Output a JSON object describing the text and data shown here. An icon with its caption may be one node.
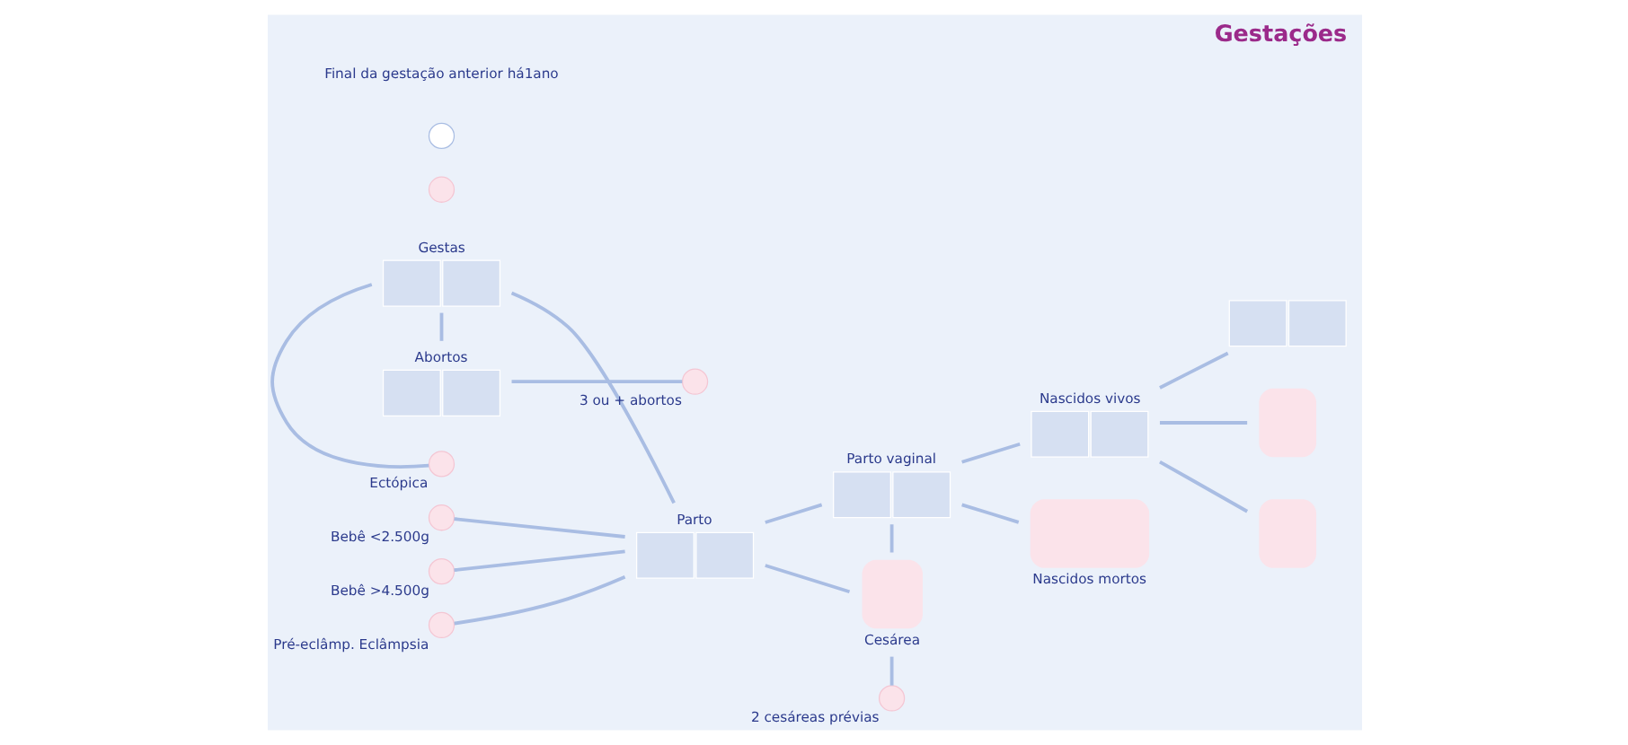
{
  "diagram": {
    "title": "Gestações",
    "nodes": [
      {
        "text": [
          "Gestas"
        ]
      },
      {
        "text": [
          "Abortos"
        ]
      },
      {
        "text": [
          "3 ou + abortos"
        ]
      },
      {
        "text": [
          "Parto vaginal"
        ]
      },
      {
        "text": [
          "Nascidos vivos"
        ]
      },
      {
        "text": [],
        "shape": "box"
      },
      {
        "text": [
          "Ectópica"
        ]
      },
      {
        "text": [
          "Bebê <2.500g"
        ]
      },
      {
        "text": [
          "Bebê >4.500g"
        ]
      },
      {
        "text": [
          "Pré-eclâmp. Eclâmpsia"
        ]
      },
      {
        "text": [
          "Parto"
        ]
      },
      {
        "text": [
          "Cesárea"
        ]
      },
      {
        "text": [
          "2 cesáreas prévias"
        ]
      },
      {
        "text": [
          "Nascidos mortos"
        ]
      },
      {
        "text": [],
        "shape": "box"
      },
      {
        "text": [],
        "shape": "box"
      },
      {
        "text": [],
        "shape": "circle"
      },
      {
        "text": [],
        "shape": "circle"
      }
    ],
    "edges": [
      {
        "from": 0,
        "to": 1,
        "arrow": "none"
      },
      {
        "from": 0,
        "to": 6,
        "arrow": "none"
      },
      {
        "from": 0,
        "to": 10,
        "arrow": "none"
      },
      {
        "from": 1,
        "to": 2,
        "arrow": "none"
      },
      {
        "from": 10,
        "to": 7,
        "arrow": "none"
      },
      {
        "from": 10,
        "to": 8,
        "arrow": "none"
      },
      {
        "from": 10,
        "to": 9,
        "arrow": "none"
      },
      {
        "from": 10,
        "to": 3,
        "arrow": "none"
      },
      {
        "from": 10,
        "to": 11,
        "arrow": "none"
      },
      {
        "from": 11,
        "to": 12,
        "arrow": "none"
      },
      {
        "from": 3,
        "to": 11,
        "arrow": "none"
      },
      {
        "from": 3,
        "to": 4,
        "arrow": "none"
      },
      {
        "from": 3,
        "to": 13,
        "arrow": "none"
      },
      {
        "from": 4,
        "to": 5,
        "arrow": "none"
      },
      {
        "from": 4,
        "to": 14,
        "arrow": "none"
      },
      {
        "from": 4,
        "to": 15,
        "arrow": "none"
      }
    ],
    "labels": [
      "Final da gestação anterior há1ano"
    ]
  }
}
